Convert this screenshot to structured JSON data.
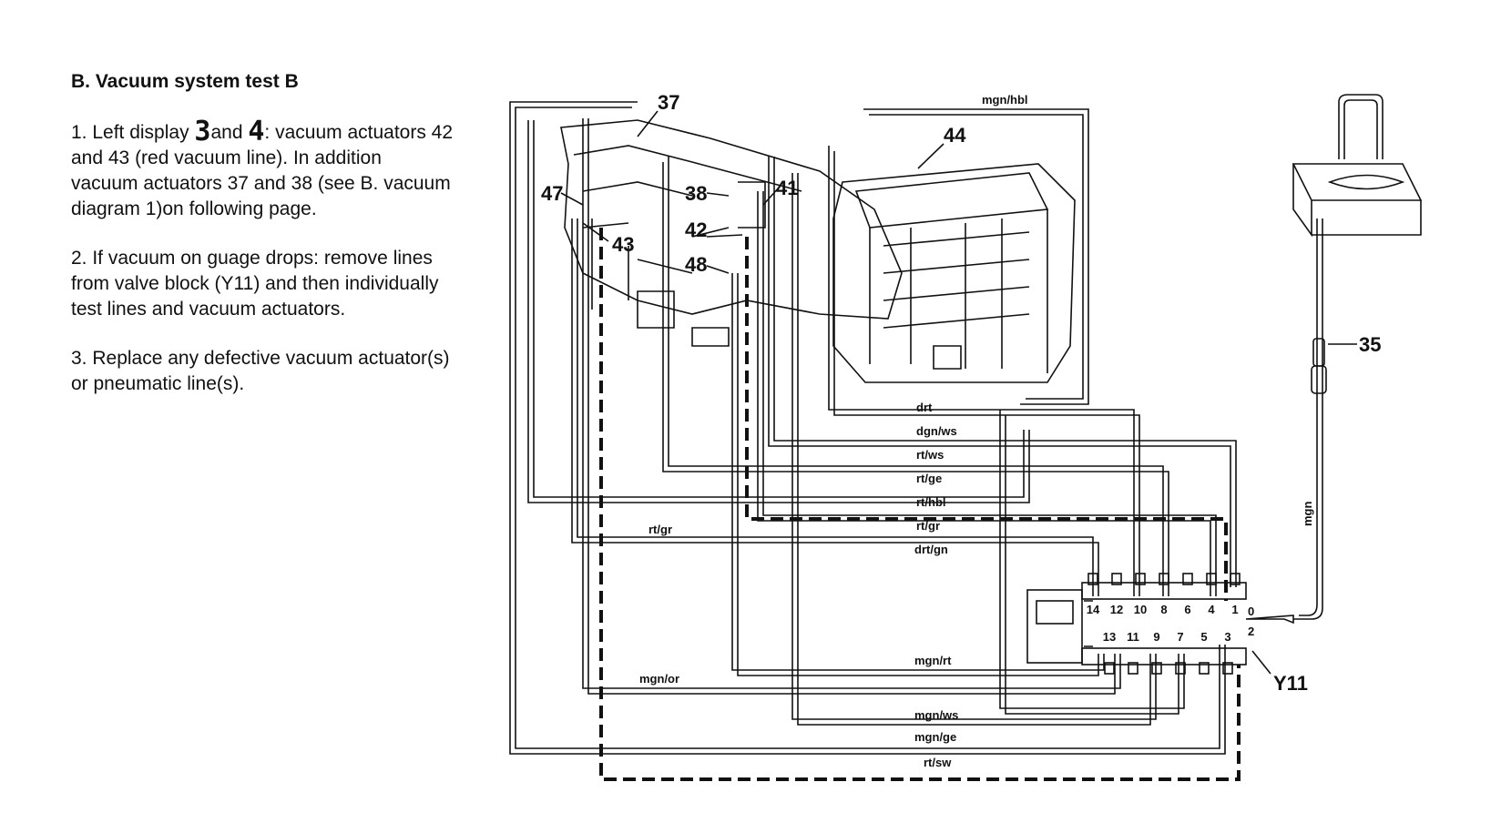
{
  "instructions": {
    "title": "B. Vacuum system test B",
    "step1": {
      "prefix": "1. Left display ",
      "digit1": "3",
      "and": "and ",
      "digit2": "4",
      "rest": ": vacuum actuators 42 and 43 (red vacuum line). In addition vacuum actuators 37 and 38 (see B. vacuum diagram 1)on following page."
    },
    "step2": "2. If vacuum on guage drops: remove lines from valve block (Y11) and then individually test lines and vacuum actuators.",
    "step3": "3. Replace any defective vacuum actuator(s) or pneumatic line(s)."
  },
  "diagram": {
    "components": {
      "c37": "37",
      "c38": "38",
      "c41": "41",
      "c42": "42",
      "c43": "43",
      "c44": "44",
      "c47": "47",
      "c48": "48",
      "c35": "35",
      "y11": "Y11"
    },
    "wires": {
      "mgn_hbl": "mgn/hbl",
      "drt": "drt",
      "dgn_ws": "dgn/ws",
      "rt_ws": "rt/ws",
      "rt_ge": "rt/ge",
      "rt_hbl": "rt/hbl",
      "rt_gr_left": "rt/gr",
      "rt_gr": "rt/gr",
      "drt_gn": "drt/gn",
      "mgn_rt": "mgn/rt",
      "mgn_or": "mgn/or",
      "mgn_ws": "mgn/ws",
      "mgn_ge": "mgn/ge",
      "rt_sw": "rt/sw",
      "mgn": "mgn"
    },
    "valve_ports_top": [
      "14",
      "12",
      "10",
      "8",
      "6",
      "4",
      "1"
    ],
    "valve_ports_bottom": [
      "13",
      "11",
      "9",
      "7",
      "5",
      "3"
    ],
    "valve_port_0": "0",
    "valve_port_2": "2"
  }
}
